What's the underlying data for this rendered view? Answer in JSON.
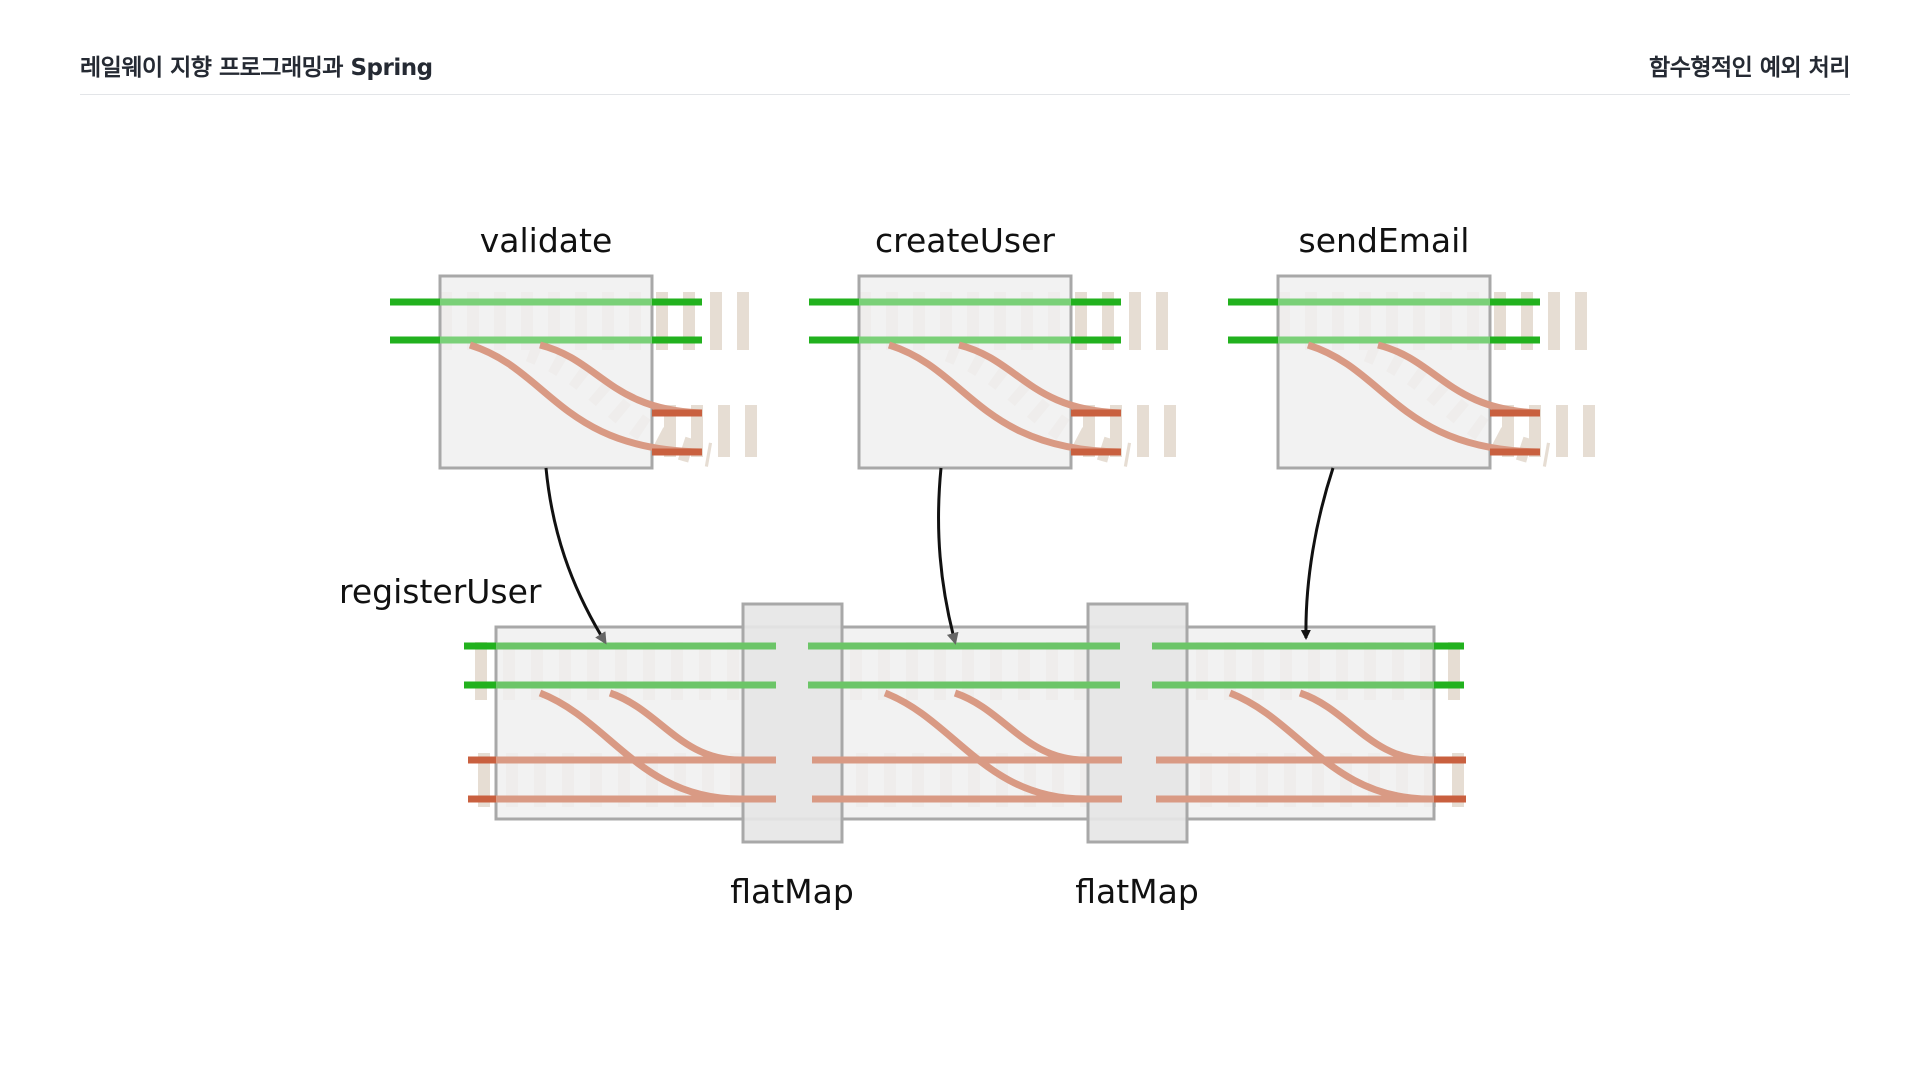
{
  "header": {
    "title": "레일웨이 지향 프로그래밍과 Spring",
    "section": "함수형적인 예외 처리"
  },
  "diagram": {
    "switches": [
      {
        "label": "validate"
      },
      {
        "label": "createUser"
      },
      {
        "label": "sendEmail"
      }
    ],
    "composite_label": "registerUser",
    "connectors": [
      {
        "label": "flatMap"
      },
      {
        "label": "flatMap"
      }
    ]
  },
  "colors": {
    "success_track": "#22b11e",
    "failure_track": "#c9603f",
    "sleeper": "#e6ddd3",
    "box_fill": "#f0f0f0",
    "box_stroke": "#a8a8a8",
    "connector_fill": "#e6e6e6",
    "arrow": "#111111"
  }
}
